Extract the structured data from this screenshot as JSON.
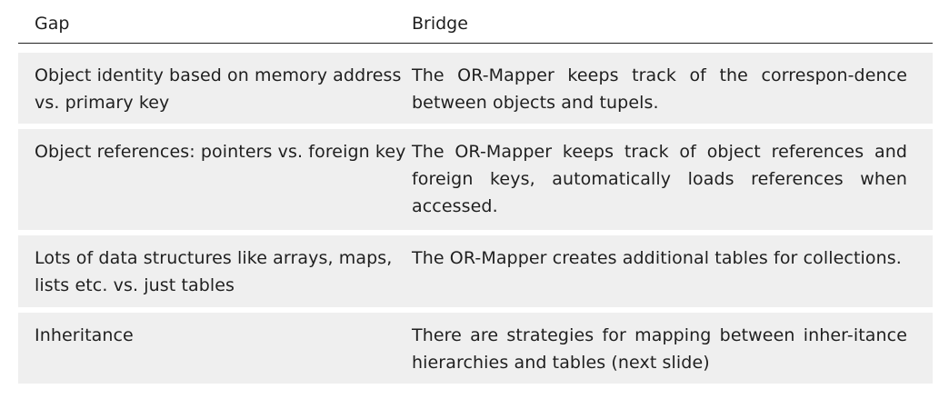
{
  "table": {
    "headers": {
      "gap": "Gap",
      "bridge": "Bridge"
    },
    "rows": [
      {
        "gap": "Object identity based on memory address vs. primary key",
        "bridge": "The OR-Mapper keeps track of the correspon-dence between objects and tupels."
      },
      {
        "gap": "Object references: pointers vs. foreign key",
        "bridge": "The OR-Mapper keeps track of object references and foreign keys, automatically loads references when accessed."
      },
      {
        "gap": "Lots of data structures like arrays, maps, lists etc. vs. just tables",
        "bridge": "The OR-Mapper creates additional tables for collections."
      },
      {
        "gap": "Inheritance",
        "bridge": "There are strategies for mapping between inher-itance hierarchies and tables (next slide)"
      }
    ]
  }
}
